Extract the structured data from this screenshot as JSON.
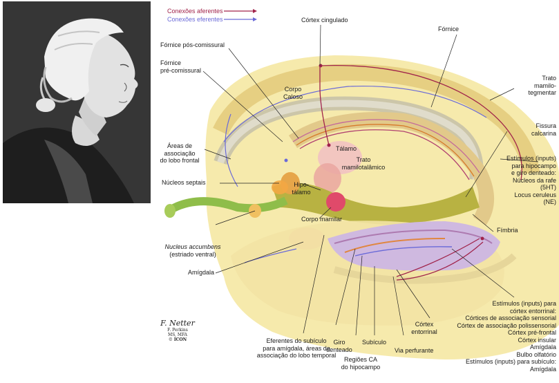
{
  "legend": {
    "afferent": "Conexões aferentes",
    "efferent": "Conexões eferentes",
    "afferent_color": "#a0234a",
    "efferent_color": "#6a6ad8"
  },
  "labels": {
    "cortex_cingulado": "Córtex cingulado",
    "fornice": "Fórnice",
    "fornice_pos": "Fórnice pós-comissural",
    "fornice_pre_1": "Fórnice",
    "fornice_pre_2": "pré-comissural",
    "corpo_caloso_1": "Corpo",
    "corpo_caloso_2": "Caloso",
    "trato_mamilo_teg_1": "Trato",
    "trato_mamilo_teg_2": "mamilo-",
    "trato_mamilo_teg_3": "tegmentar",
    "fissura_1": "Fissura",
    "fissura_2": "calcarina",
    "areas_assoc_1": "Áreas de",
    "areas_assoc_2": "associação",
    "areas_assoc_3": "do lobo frontal",
    "talamo": "Tálamo",
    "trato_mamilotal_1": "Trato",
    "trato_mamilotal_2": "mamilotalâmico",
    "nucleos_septais": "Núcleos septais",
    "hipotalamo_1": "Hipo-",
    "hipotalamo_2": "tálamo",
    "corpo_mamilar": "Corpo mamilar",
    "nucleus_acc_1": "Nucleus accumbens",
    "nucleus_acc_2": "(estriado ventral)",
    "amigdala": "Amígdala",
    "fimbria": "Fímbria",
    "eferentes_1": "Eferentes do subículo",
    "eferentes_2": "para amígdala, áreas de",
    "eferentes_3": "associação do lobo temporal",
    "giro_1": "Giro",
    "giro_2": "denteado",
    "regioes_1": "Regiões CA",
    "regioes_2": "do hipocampo",
    "subiculo": "Subículo",
    "cortex_ent_1": "Córtex",
    "cortex_ent_2": "entorrinal",
    "via_perfurante": "Via perfurante"
  },
  "inputs_hipocampo": {
    "title_1": "Estímulos (inputs)",
    "title_2": "para hipocampo",
    "title_3": "e giro denteado:",
    "items": [
      "Núcleos da rafe",
      "(5HT)",
      "Locus ceruleus",
      "(NE)"
    ]
  },
  "inputs_entorrinal": {
    "title_1": "Estímulos (inputs) para",
    "title_2": "córtex entorrinal:",
    "items": [
      "Córtices de associação sensorial",
      "Córtex de associação polissensorial",
      "Córtex pré-frontal",
      "Córtex insular",
      "Amígdala",
      "Bulbo olfatório"
    ]
  },
  "inputs_subiculo": {
    "title": "Estímulos (inputs) para subículo:",
    "items": [
      "Amígdala"
    ]
  },
  "signature": {
    "name": "F. Netter",
    "credit_1": "F. Perkins",
    "credit_2": "MS, MFA",
    "copyright": "©",
    "publisher": "ICON"
  }
}
